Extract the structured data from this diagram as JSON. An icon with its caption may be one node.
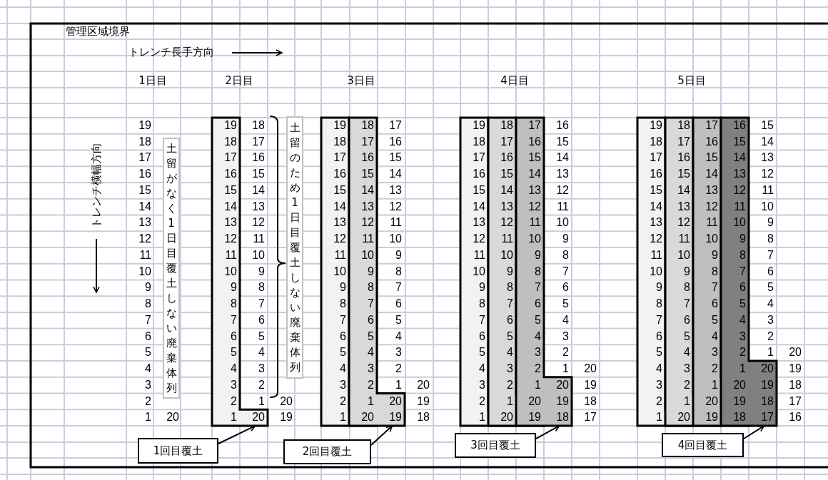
{
  "diagram": {
    "nodes": [
      {
        "text": [
          "土留がなく1日目覆土しない廃棄体列"
        ]
      },
      {
        "text": [
          "土留のため1日目覆土しない廃棄体列"
        ]
      },
      {
        "text": [
          "1回目覆土"
        ]
      },
      {
        "text": [
          "2回目覆土"
        ]
      },
      {
        "text": [
          "3回目覆土"
        ]
      },
      {
        "text": [
          "4回目覆土"
        ]
      },
      {
        "text": [],
        "shape": "box"
      },
      {
        "text": [],
        "shape": "box"
      },
      {
        "text": [],
        "shape": "box"
      },
      {
        "text": [],
        "shape": "box"
      },
      {
        "text": [],
        "shape": "box"
      },
      {
        "text": [],
        "shape": "box"
      },
      {
        "text": [],
        "shape": "box"
      },
      {
        "text": [],
        "shape": "box"
      },
      {
        "text": [],
        "shape": "box"
      },
      {
        "text": [],
        "shape": "box"
      }
    ],
    "edges": [
      {
        "from": 2,
        "to": 6,
        "arrow": "to"
      },
      {
        "from": 3,
        "to": 8,
        "arrow": "to"
      },
      {
        "from": 4,
        "to": 11,
        "arrow": "to"
      },
      {
        "from": 5,
        "to": 15,
        "arrow": "to"
      }
    ],
    "labels": [
      "管理区域境界",
      "トレンチ長手方向",
      "1日目",
      "2日目",
      "3日目",
      "4日目",
      "5日目",
      "トレンチ横幅方向",
      "19",
      "19",
      "18",
      "19",
      "18",
      "17",
      "19",
      "18",
      "17",
      "16",
      "19",
      "18",
      "17",
      "16",
      "15",
      "18",
      "18",
      "17",
      "18",
      "17",
      "16",
      "18",
      "17",
      "16",
      "15",
      "18",
      "17",
      "16",
      "15",
      "14",
      "17",
      "17",
      "16",
      "17",
      "16",
      "15",
      "17",
      "16",
      "15",
      "14",
      "17",
      "16",
      "15",
      "14",
      "13",
      "16",
      "16",
      "15",
      "16",
      "15",
      "14",
      "16",
      "15",
      "14",
      "13",
      "16",
      "15",
      "14",
      "13",
      "12",
      "15",
      "15",
      "14",
      "15",
      "14",
      "13",
      "15",
      "14",
      "13",
      "12",
      "15",
      "14",
      "13",
      "12",
      "11",
      "14",
      "14",
      "13",
      "14",
      "13",
      "12",
      "14",
      "13",
      "12",
      "11",
      "14",
      "13",
      "12",
      "11",
      "10",
      "13",
      "13",
      "12",
      "13",
      "12",
      "11",
      "13",
      "12",
      "11",
      "10",
      "13",
      "12",
      "11",
      "10",
      "9",
      "12",
      "12",
      "11",
      "12",
      "11",
      "10",
      "12",
      "11",
      "10",
      "9",
      "12",
      "11",
      "10",
      "9",
      "8",
      "11",
      "11",
      "10",
      "11",
      "10",
      "9",
      "11",
      "10",
      "9",
      "8",
      "11",
      "10",
      "9",
      "8",
      "7",
      "10",
      "10",
      "9",
      "10",
      "9",
      "8",
      "10",
      "9",
      "8",
      "7",
      "10",
      "9",
      "8",
      "7",
      "6",
      "9",
      "9",
      "8",
      "9",
      "8",
      "7",
      "9",
      "8",
      "7",
      "6",
      "9",
      "8",
      "7",
      "6",
      "5",
      "8",
      "8",
      "7",
      "8",
      "7",
      "6",
      "8",
      "7",
      "6",
      "5",
      "8",
      "7",
      "6",
      "5",
      "4",
      "7",
      "7",
      "6",
      "7",
      "6",
      "5",
      "7",
      "6",
      "5",
      "4",
      "7",
      "6",
      "5",
      "4",
      "3",
      "6",
      "6",
      "5",
      "6",
      "5",
      "4",
      "6",
      "5",
      "4",
      "3",
      "6",
      "5",
      "4",
      "3",
      "2",
      "5",
      "5",
      "4",
      "5",
      "4",
      "3",
      "5",
      "4",
      "3",
      "2",
      "5",
      "4",
      "3",
      "2",
      "1",
      "20",
      "4",
      "4",
      "3",
      "4",
      "3",
      "2",
      "4",
      "3",
      "2",
      "1",
      "20",
      "4",
      "3",
      "2",
      "1",
      "20",
      "19",
      "3",
      "3",
      "2",
      "3",
      "2",
      "1",
      "20",
      "3",
      "2",
      "1",
      "20",
      "19",
      "3",
      "2",
      "1",
      "20",
      "19",
      "18",
      "2",
      "2",
      "1",
      "20",
      "2",
      "1",
      "20",
      "19",
      "2",
      "1",
      "20",
      "19",
      "18",
      "2",
      "1",
      "20",
      "19",
      "18",
      "17",
      "1",
      "20",
      "1",
      "20",
      "19",
      "1",
      "20",
      "19",
      "18",
      "1",
      "20",
      "19",
      "18",
      "17",
      "1",
      "20",
      "19",
      "18",
      "17",
      "16"
    ]
  }
}
